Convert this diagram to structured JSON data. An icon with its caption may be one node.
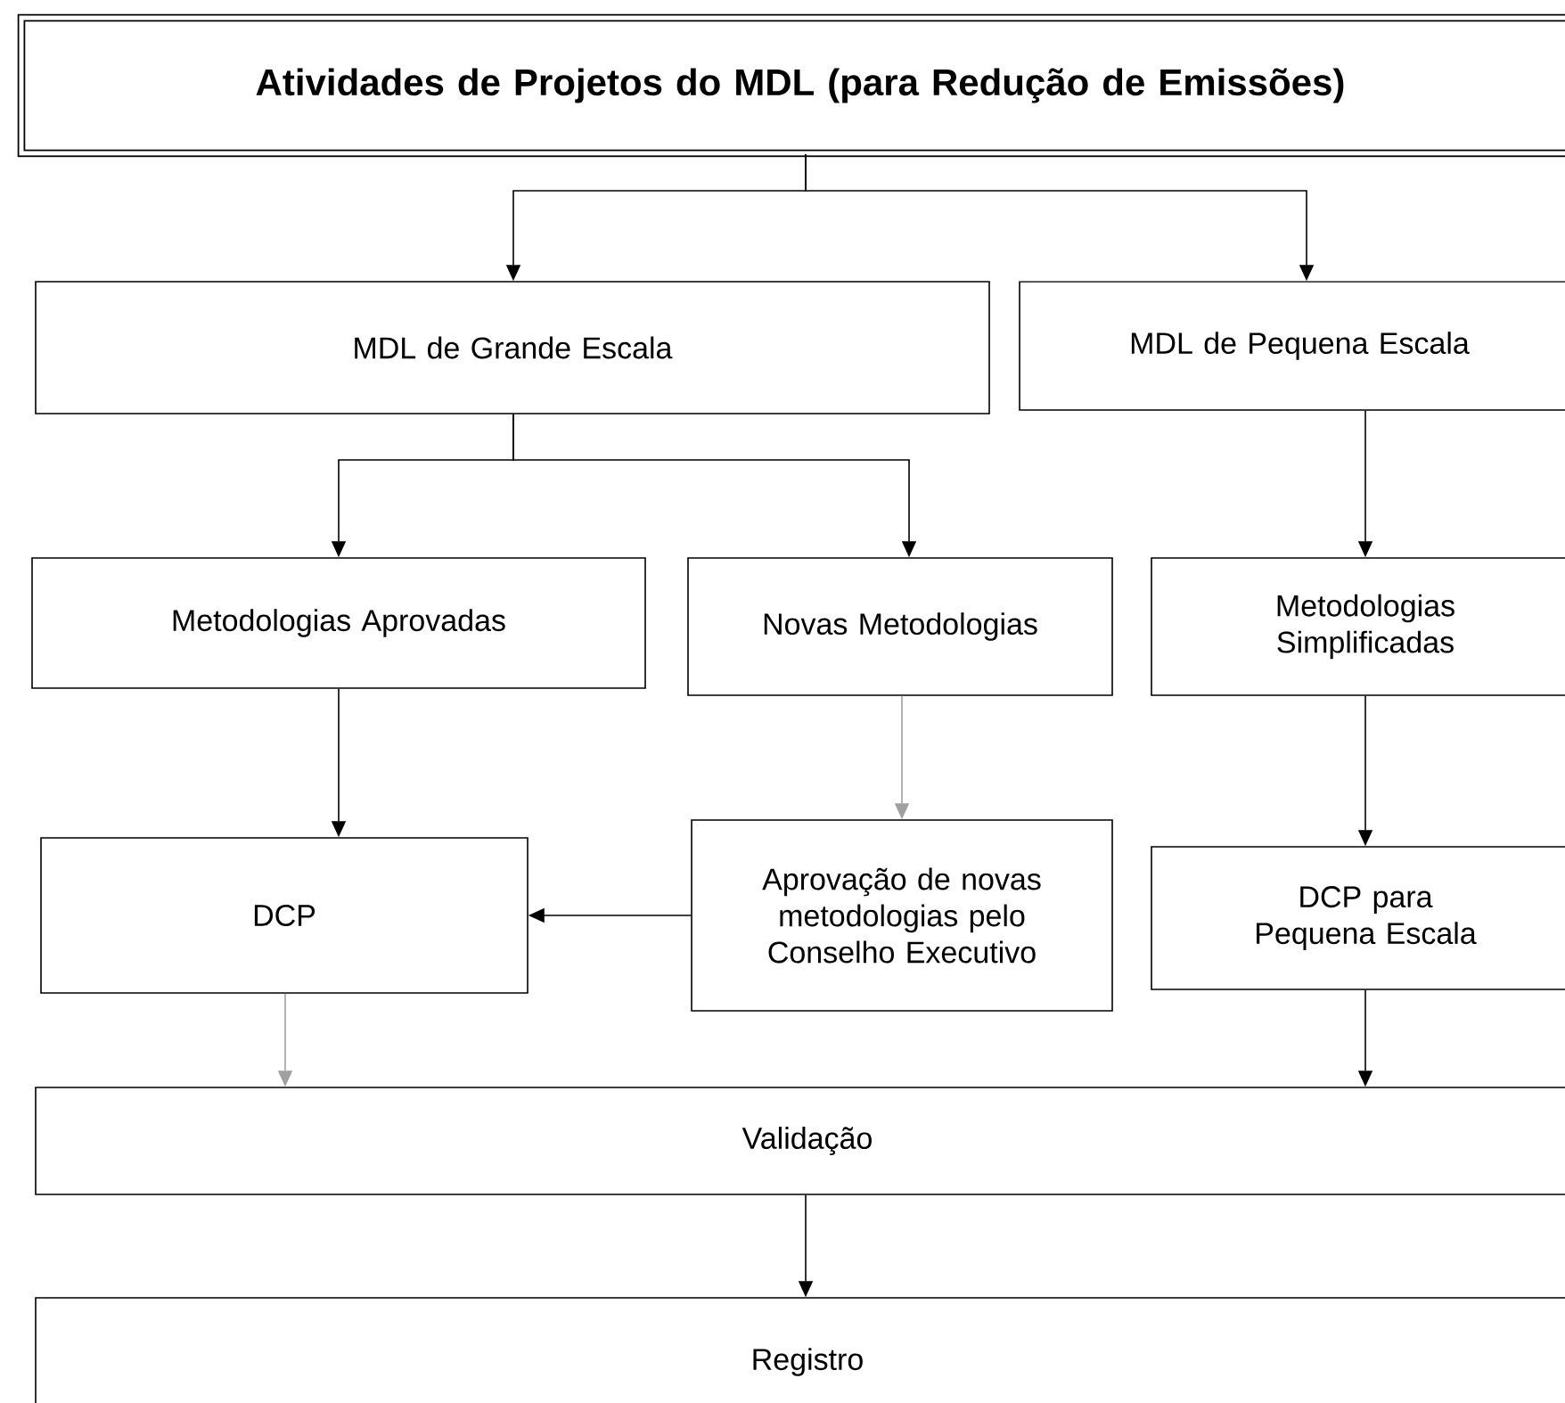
{
  "diagram": {
    "nodes": [
      {
        "text": [
          "Atividades de Projetos do MDL (para Redução de Emissões)"
        ]
      },
      {
        "text": [
          "MDL de Grande Escala"
        ]
      },
      {
        "text": [
          "MDL de Pequena Escala"
        ]
      },
      {
        "text": [
          "Metodologias Aprovadas"
        ]
      },
      {
        "text": [
          "Novas Metodologias"
        ]
      },
      {
        "text": [
          "Metodologias Simplificadas"
        ]
      },
      {
        "text": [
          "DCP"
        ]
      },
      {
        "text": [
          "Aprovação de novas metodologias pelo Conselho Executivo"
        ]
      },
      {
        "text": [
          "DCP para Pequena Escala"
        ]
      },
      {
        "text": [
          "Validação"
        ]
      },
      {
        "text": [
          "Registro"
        ]
      }
    ],
    "edges": [
      {
        "from": 0,
        "to": 1,
        "arrow": "to"
      },
      {
        "from": 0,
        "to": 2,
        "arrow": "to"
      },
      {
        "from": 1,
        "to": 3,
        "arrow": "to"
      },
      {
        "from": 1,
        "to": 4,
        "arrow": "to"
      },
      {
        "from": 2,
        "to": 5,
        "arrow": "to"
      },
      {
        "from": 3,
        "to": 6,
        "arrow": "to"
      },
      {
        "from": 4,
        "to": 7,
        "arrow": "to",
        "color": "#a0a0a0"
      },
      {
        "from": 7,
        "to": 6,
        "arrow": "to"
      },
      {
        "from": 5,
        "to": 8,
        "arrow": "to"
      },
      {
        "from": 6,
        "to": 9,
        "arrow": "to",
        "color": "#a0a0a0"
      },
      {
        "from": 8,
        "to": 9,
        "arrow": "to"
      },
      {
        "from": 9,
        "to": 10,
        "arrow": "to"
      }
    ]
  }
}
